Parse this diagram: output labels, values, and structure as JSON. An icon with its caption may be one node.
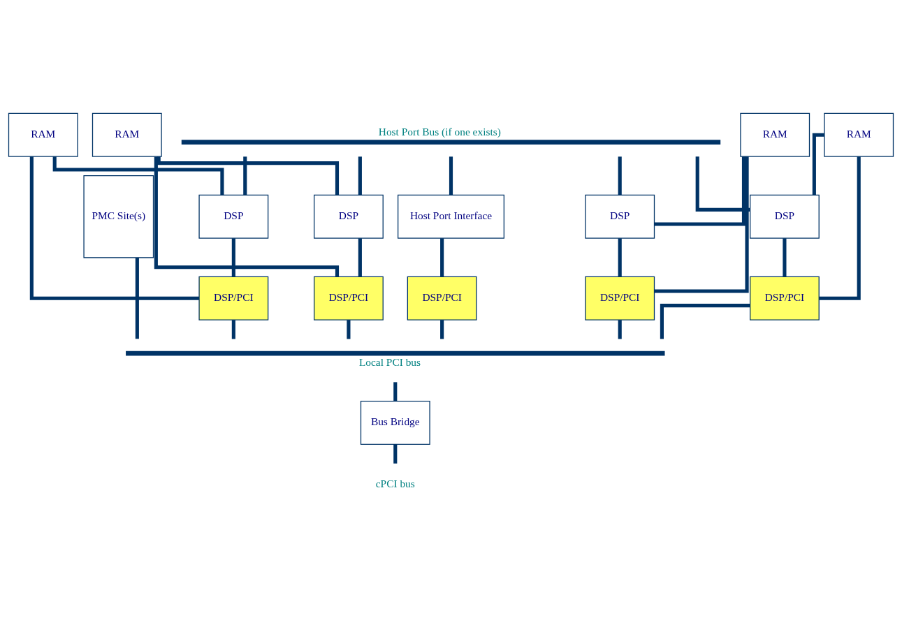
{
  "diagram": {
    "nodes": [
      {
        "text": [
          "Host Port Bus (if one exists)"
        ]
      },
      {
        "text": [
          "PMC Site(s)"
        ]
      },
      {
        "text": [
          "DSP"
        ]
      },
      {
        "text": [
          "DSP"
        ]
      },
      {
        "text": [
          "DSP"
        ]
      },
      {
        "text": [
          "DSP"
        ]
      },
      {
        "text": [
          "Host Port Interface"
        ]
      },
      {
        "text": [
          "RAM"
        ]
      },
      {
        "text": [
          "RAM"
        ]
      },
      {
        "text": [
          "RAM"
        ]
      },
      {
        "text": [
          "RAM"
        ]
      },
      {
        "text": [
          "DSP/PCI"
        ]
      },
      {
        "text": [
          "DSP/PCI"
        ]
      },
      {
        "text": [
          "DSP/PCI"
        ]
      },
      {
        "text": [
          "DSP/PCI"
        ]
      },
      {
        "text": [
          "DSP/PCI"
        ]
      },
      {
        "text": [
          "Local PCI bus"
        ]
      },
      {
        "text": [
          "Bus Bridge"
        ]
      },
      {
        "text": [
          "cPCI bus"
        ]
      }
    ],
    "edges": [
      {
        "from": 0,
        "to": 2,
        "arrow": "none"
      },
      {
        "from": 0,
        "to": 3,
        "arrow": "none"
      },
      {
        "from": 0,
        "to": 4,
        "arrow": "none"
      },
      {
        "from": 0,
        "to": 5,
        "arrow": "none"
      },
      {
        "from": 0,
        "to": 6,
        "arrow": "none"
      },
      {
        "from": 2,
        "to": 11,
        "arrow": "none"
      },
      {
        "from": 3,
        "to": 12,
        "arrow": "none"
      },
      {
        "from": 4,
        "to": 13,
        "arrow": "none"
      },
      {
        "from": 5,
        "to": 14,
        "arrow": "none"
      },
      {
        "from": 6,
        "to": 15,
        "arrow": "none"
      },
      {
        "from": 7,
        "to": 2,
        "arrow": "none"
      },
      {
        "from": 7,
        "to": 11,
        "arrow": "none"
      },
      {
        "from": 8,
        "to": 3,
        "arrow": "none"
      },
      {
        "from": 8,
        "to": 12,
        "arrow": "none"
      },
      {
        "from": 9,
        "to": 4,
        "arrow": "none"
      },
      {
        "from": 9,
        "to": 13,
        "arrow": "none"
      },
      {
        "from": 10,
        "to": 5,
        "arrow": "none"
      },
      {
        "from": 10,
        "to": 14,
        "arrow": "none"
      },
      {
        "from": 1,
        "to": 16,
        "arrow": "none"
      },
      {
        "from": 11,
        "to": 16,
        "arrow": "none"
      },
      {
        "from": 12,
        "to": 16,
        "arrow": "none"
      },
      {
        "from": 13,
        "to": 16,
        "arrow": "none"
      },
      {
        "from": 14,
        "to": 16,
        "arrow": "none"
      },
      {
        "from": 15,
        "to": 16,
        "arrow": "none"
      },
      {
        "from": 16,
        "to": 17,
        "arrow": "none"
      },
      {
        "from": 17,
        "to": 18,
        "arrow": "none"
      }
    ]
  }
}
